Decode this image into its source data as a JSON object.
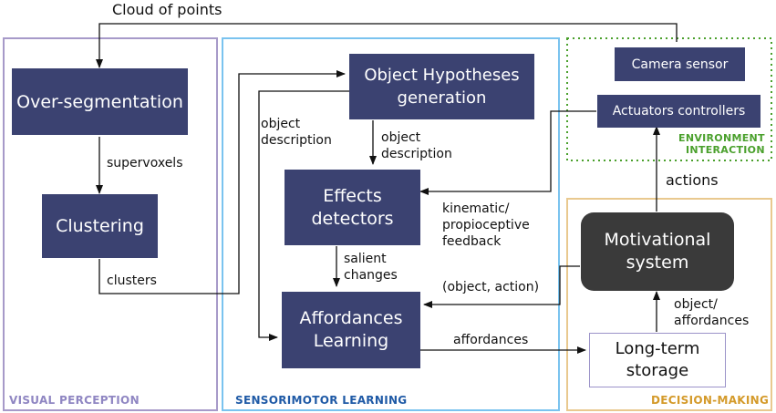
{
  "diagram": {
    "top_input": "Cloud of points",
    "regions": {
      "visual": {
        "label": "VISUAL PERCEPTION",
        "color": "#a79ac9"
      },
      "sensorimotor": {
        "label": "SENSORIMOTOR LEARNING",
        "color": "#7ac3ef"
      },
      "environment": {
        "label": "ENVIRONMENT\nINTERACTION",
        "color": "#4aa02c"
      },
      "decision": {
        "label": "DECISION-MAKING",
        "color": "#e9c98f"
      }
    },
    "nodes": {
      "over_segmentation": "Over-segmentation",
      "clustering": "Clustering",
      "object_hypotheses": "Object Hypotheses\ngeneration",
      "effects_detectors": "Effects\ndetectors",
      "affordances_learning": "Affordances\nLearning",
      "camera_sensor": "Camera sensor",
      "actuators_controllers": "Actuators controllers",
      "motivational_system": "Motivational\nsystem",
      "long_term_storage": "Long-term\nstorage"
    },
    "edge_labels": {
      "supervoxels": "supervoxels",
      "clusters": "clusters",
      "object_description_left": "object\ndescription",
      "object_description_right": "object\ndescription",
      "salient_changes": "salient\nchanges",
      "kinematic": "kinematic/\npropioceptive\nfeedback",
      "object_action": "(object, action)",
      "affordances": "affordances",
      "actions": "actions",
      "object_affordances": "object/\naffordances"
    },
    "colors": {
      "node_fill": "#3b4271",
      "motivational_fill": "#3a3a3a",
      "storage_border": "#9b93c9"
    }
  }
}
